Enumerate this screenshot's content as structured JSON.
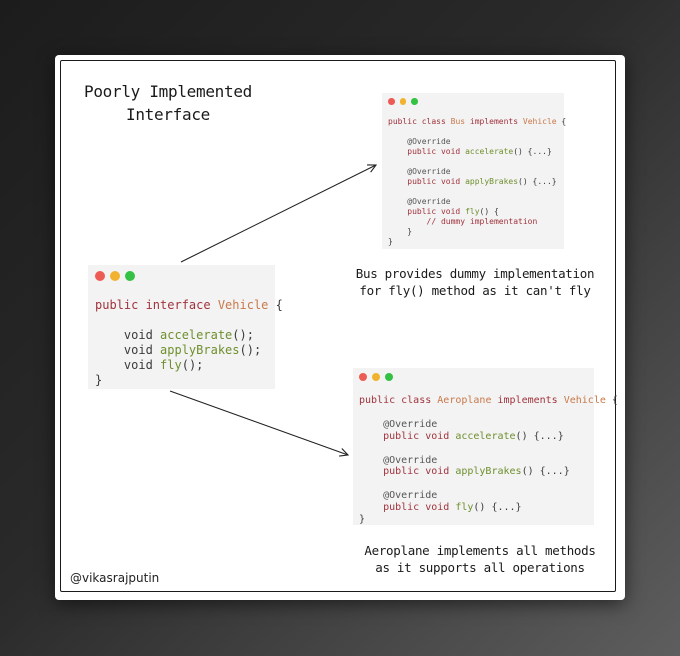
{
  "title": [
    "Poorly Implemented",
    "Interface"
  ],
  "author": "@vikasrajputin",
  "interface_box": {
    "lines": [
      [
        {
          "t": "public interface ",
          "c": "kw"
        },
        {
          "t": "Vehicle",
          "c": "cls"
        },
        {
          "t": " {",
          "c": ""
        }
      ],
      [],
      [
        {
          "t": "    void ",
          "c": ""
        },
        {
          "t": "accelerate",
          "c": "fn"
        },
        {
          "t": "();",
          "c": ""
        }
      ],
      [
        {
          "t": "    void ",
          "c": ""
        },
        {
          "t": "applyBrakes",
          "c": "fn"
        },
        {
          "t": "();",
          "c": ""
        }
      ],
      [
        {
          "t": "    void ",
          "c": ""
        },
        {
          "t": "fly",
          "c": "fn"
        },
        {
          "t": "();",
          "c": ""
        }
      ],
      [
        {
          "t": "}",
          "c": ""
        }
      ]
    ]
  },
  "bus_box": {
    "lines": [
      [
        {
          "t": "public class ",
          "c": "kw"
        },
        {
          "t": "Bus",
          "c": "cls"
        },
        {
          "t": " implements ",
          "c": "kw"
        },
        {
          "t": "Vehicle",
          "c": "cls"
        },
        {
          "t": " {",
          "c": ""
        }
      ],
      [],
      [
        {
          "t": "    @Override",
          "c": "ann"
        }
      ],
      [
        {
          "t": "    public void ",
          "c": "kw"
        },
        {
          "t": "accelerate",
          "c": "fn"
        },
        {
          "t": "() {...}",
          "c": ""
        }
      ],
      [],
      [
        {
          "t": "    @Override",
          "c": "ann"
        }
      ],
      [
        {
          "t": "    public void ",
          "c": "kw"
        },
        {
          "t": "applyBrakes",
          "c": "fn"
        },
        {
          "t": "() {...}",
          "c": ""
        }
      ],
      [],
      [
        {
          "t": "    @Override",
          "c": "ann"
        }
      ],
      [
        {
          "t": "    public void ",
          "c": "kw"
        },
        {
          "t": "fly",
          "c": "fn"
        },
        {
          "t": "() {",
          "c": ""
        }
      ],
      [
        {
          "t": "        // dummy implementation",
          "c": "cmt"
        }
      ],
      [
        {
          "t": "    }",
          "c": ""
        }
      ],
      [
        {
          "t": "}",
          "c": ""
        }
      ]
    ]
  },
  "aeroplane_box": {
    "lines": [
      [
        {
          "t": "public class ",
          "c": "kw"
        },
        {
          "t": "Aeroplane",
          "c": "cls"
        },
        {
          "t": " implements ",
          "c": "kw"
        },
        {
          "t": "Vehicle",
          "c": "cls"
        },
        {
          "t": " {",
          "c": ""
        }
      ],
      [],
      [
        {
          "t": "    @Override",
          "c": "ann"
        }
      ],
      [
        {
          "t": "    public void ",
          "c": "kw"
        },
        {
          "t": "accelerate",
          "c": "fn"
        },
        {
          "t": "() {...}",
          "c": ""
        }
      ],
      [],
      [
        {
          "t": "    @Override",
          "c": "ann"
        }
      ],
      [
        {
          "t": "    public void ",
          "c": "kw"
        },
        {
          "t": "applyBrakes",
          "c": "fn"
        },
        {
          "t": "() {...}",
          "c": ""
        }
      ],
      [],
      [
        {
          "t": "    @Override",
          "c": "ann"
        }
      ],
      [
        {
          "t": "    public void ",
          "c": "kw"
        },
        {
          "t": "fly",
          "c": "fn"
        },
        {
          "t": "() {...}",
          "c": ""
        }
      ],
      [
        {
          "t": "}",
          "c": ""
        }
      ]
    ]
  },
  "bus_note": [
    "Bus provides dummy implementation",
    "for fly() method as it can't fly"
  ],
  "aeroplane_note": [
    "Aeroplane implements all methods",
    "as it supports all operations"
  ],
  "colors": {
    "keyword": "#a1333d",
    "class_name": "#c9794a",
    "method": "#6f8f2e",
    "window_red": "#ed5b55",
    "window_yellow": "#f1b32f",
    "window_green": "#35c244"
  }
}
